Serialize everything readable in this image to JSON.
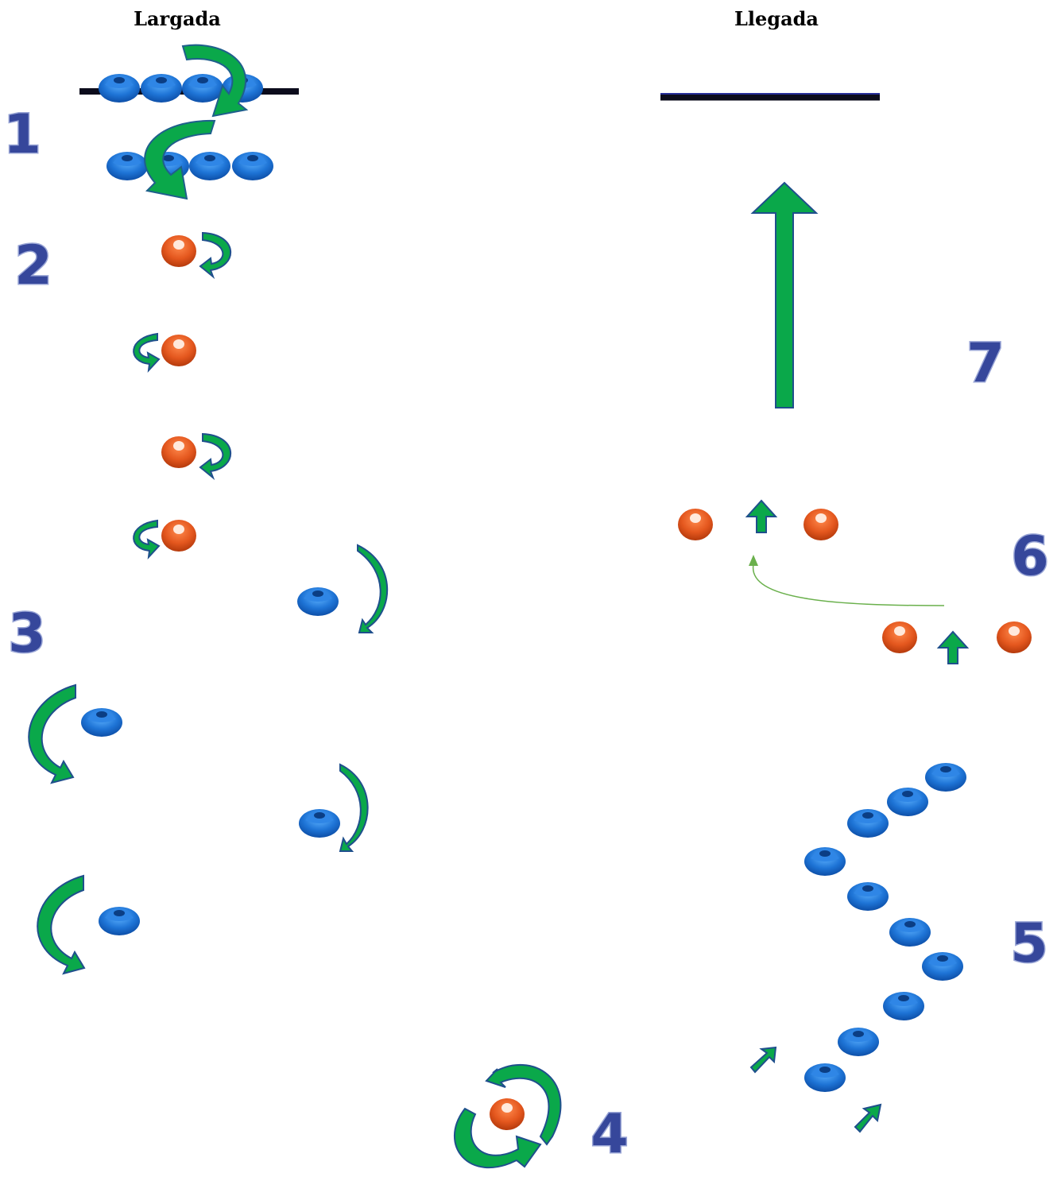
{
  "titles": {
    "start": "Largada",
    "finish": "Llegada"
  },
  "station_numbers": [
    "1",
    "2",
    "3",
    "4",
    "5",
    "6",
    "7"
  ],
  "colors": {
    "blue_cone": "#1e74d6",
    "orange_cone": "#e4571e",
    "arrow_green": "#0aa84a",
    "arrow_outline": "#2c4a8c",
    "number_fill": "#36479b",
    "line": "#0c0c1c"
  },
  "legend_meaning": {
    "blue_cone": "cone",
    "orange_cone": "cone"
  }
}
